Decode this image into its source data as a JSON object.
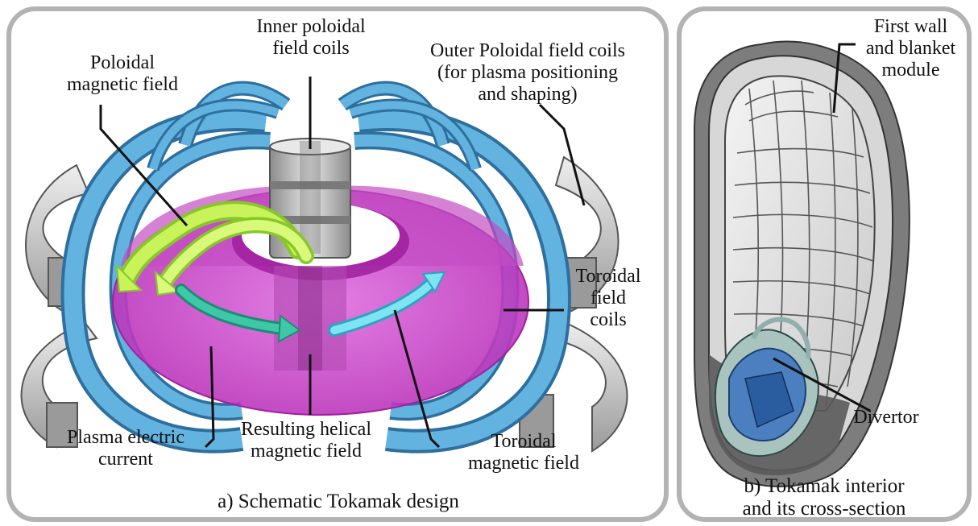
{
  "panel_a": {
    "caption": "a) Schematic Tokamak design",
    "labels": {
      "poloidal_magnetic_field": "Poloidal\nmagnetic field",
      "inner_poloidal_field_coils": "Inner poloidal\nfield coils",
      "outer_poloidal_field_coils": "Outer Poloidal field coils\n(for plasma positioning\nand shaping)",
      "toroidal_field_coils": "Toroidal\nfield\ncoils",
      "plasma_electric_current": "Plasma electric\ncurrent",
      "resulting_helical_magnetic_field": "Resulting helical\nmagnetic field",
      "toroidal_magnetic_field": "Toroidal\nmagnetic field"
    }
  },
  "panel_b": {
    "caption": "b) Tokamak interior\nand its cross-section",
    "labels": {
      "first_wall_blanket": "First wall\nand blanket\nmodule",
      "divertor": "Divertor"
    }
  },
  "colors": {
    "panel_border": "#b3b3b3",
    "toroidal_coil_blue": "#4fa3d6",
    "plasma_magenta": "#cc33cc",
    "poloidal_arrow_green": "#b6ee3a",
    "helical_arrow_teal": "#2fb5a0",
    "toroidal_arrow_cyan": "#5fd3e6",
    "coil_gray": "#c8c8c8"
  }
}
